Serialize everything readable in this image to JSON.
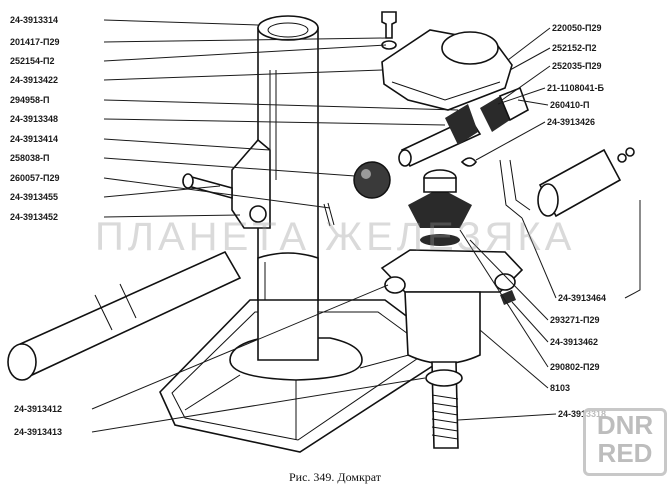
{
  "figure": {
    "caption": "Рис. 349. Домкрат",
    "watermark": "ПЛАНЕТА ЖЕЛЕЗЯКА",
    "logo_text": "DNR RED"
  },
  "labels_left": [
    "24-3913314",
    "201417-П29",
    "252154-П2",
    "24-3913422",
    "294958-П",
    "24-3913348",
    "24-3913414",
    "258038-П",
    "260057-П29",
    "24-3913455",
    "24-3913452",
    "24-3913412",
    "24-3913413"
  ],
  "labels_right": [
    "220050-П29",
    "252152-П2",
    "252035-П29",
    "21-1108041-Б",
    "260410-П",
    "24-3913426",
    "24-3913464",
    "293271-П29",
    "24-3913462",
    "290802-П29",
    "8103",
    "24-3913318"
  ]
}
